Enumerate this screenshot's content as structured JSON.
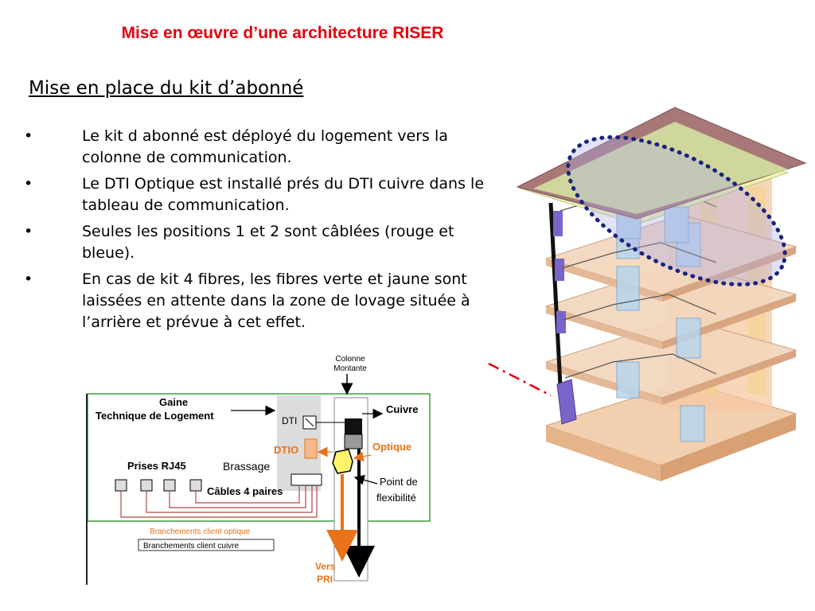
{
  "page": {
    "title": "Mise en œuvre d’une architecture RISER",
    "subtitle": "Mise en place du kit d’abonné",
    "bullets": [
      "Le kit d abonné est déployé du logement vers la colonne de communication.",
      "Le DTI Optique est installé prés du DTI cuivre dans le tableau de communication.",
      "Seules les positions 1 et 2 sont câblées (rouge et bleue).",
      "En cas de kit 4 fibres, les fibres verte et jaune sont laissées en attente dans la zone de lovage située à l’arrière et prévue à cet effet."
    ],
    "bullet_char": "•"
  },
  "diagram": {
    "colonne_montante": [
      "Colonne",
      "Montante"
    ],
    "gaine": [
      "Gaine",
      "Technique de Logement"
    ],
    "dti": "DTI",
    "dtio": "DTIO",
    "cuivre": "Cuivre",
    "optique": "Optique",
    "prises": "Prises RJ45",
    "brassage": "Brassage",
    "point_flex": [
      "Point de",
      "flexibilité"
    ],
    "cables": "Câbles 4 paires",
    "branch_optique": "Branchements client optique",
    "branch_cuivre": "Branchements client cuivre",
    "vers_pri": [
      "Vers",
      "PRI"
    ]
  },
  "colors": {
    "title": "#e4000f",
    "optique_orange": "#e8731a",
    "diagram_border": "#3aa33a",
    "dotted_oval": "#1a237e",
    "roof": "#a87878",
    "floor": "#f2cfae"
  }
}
